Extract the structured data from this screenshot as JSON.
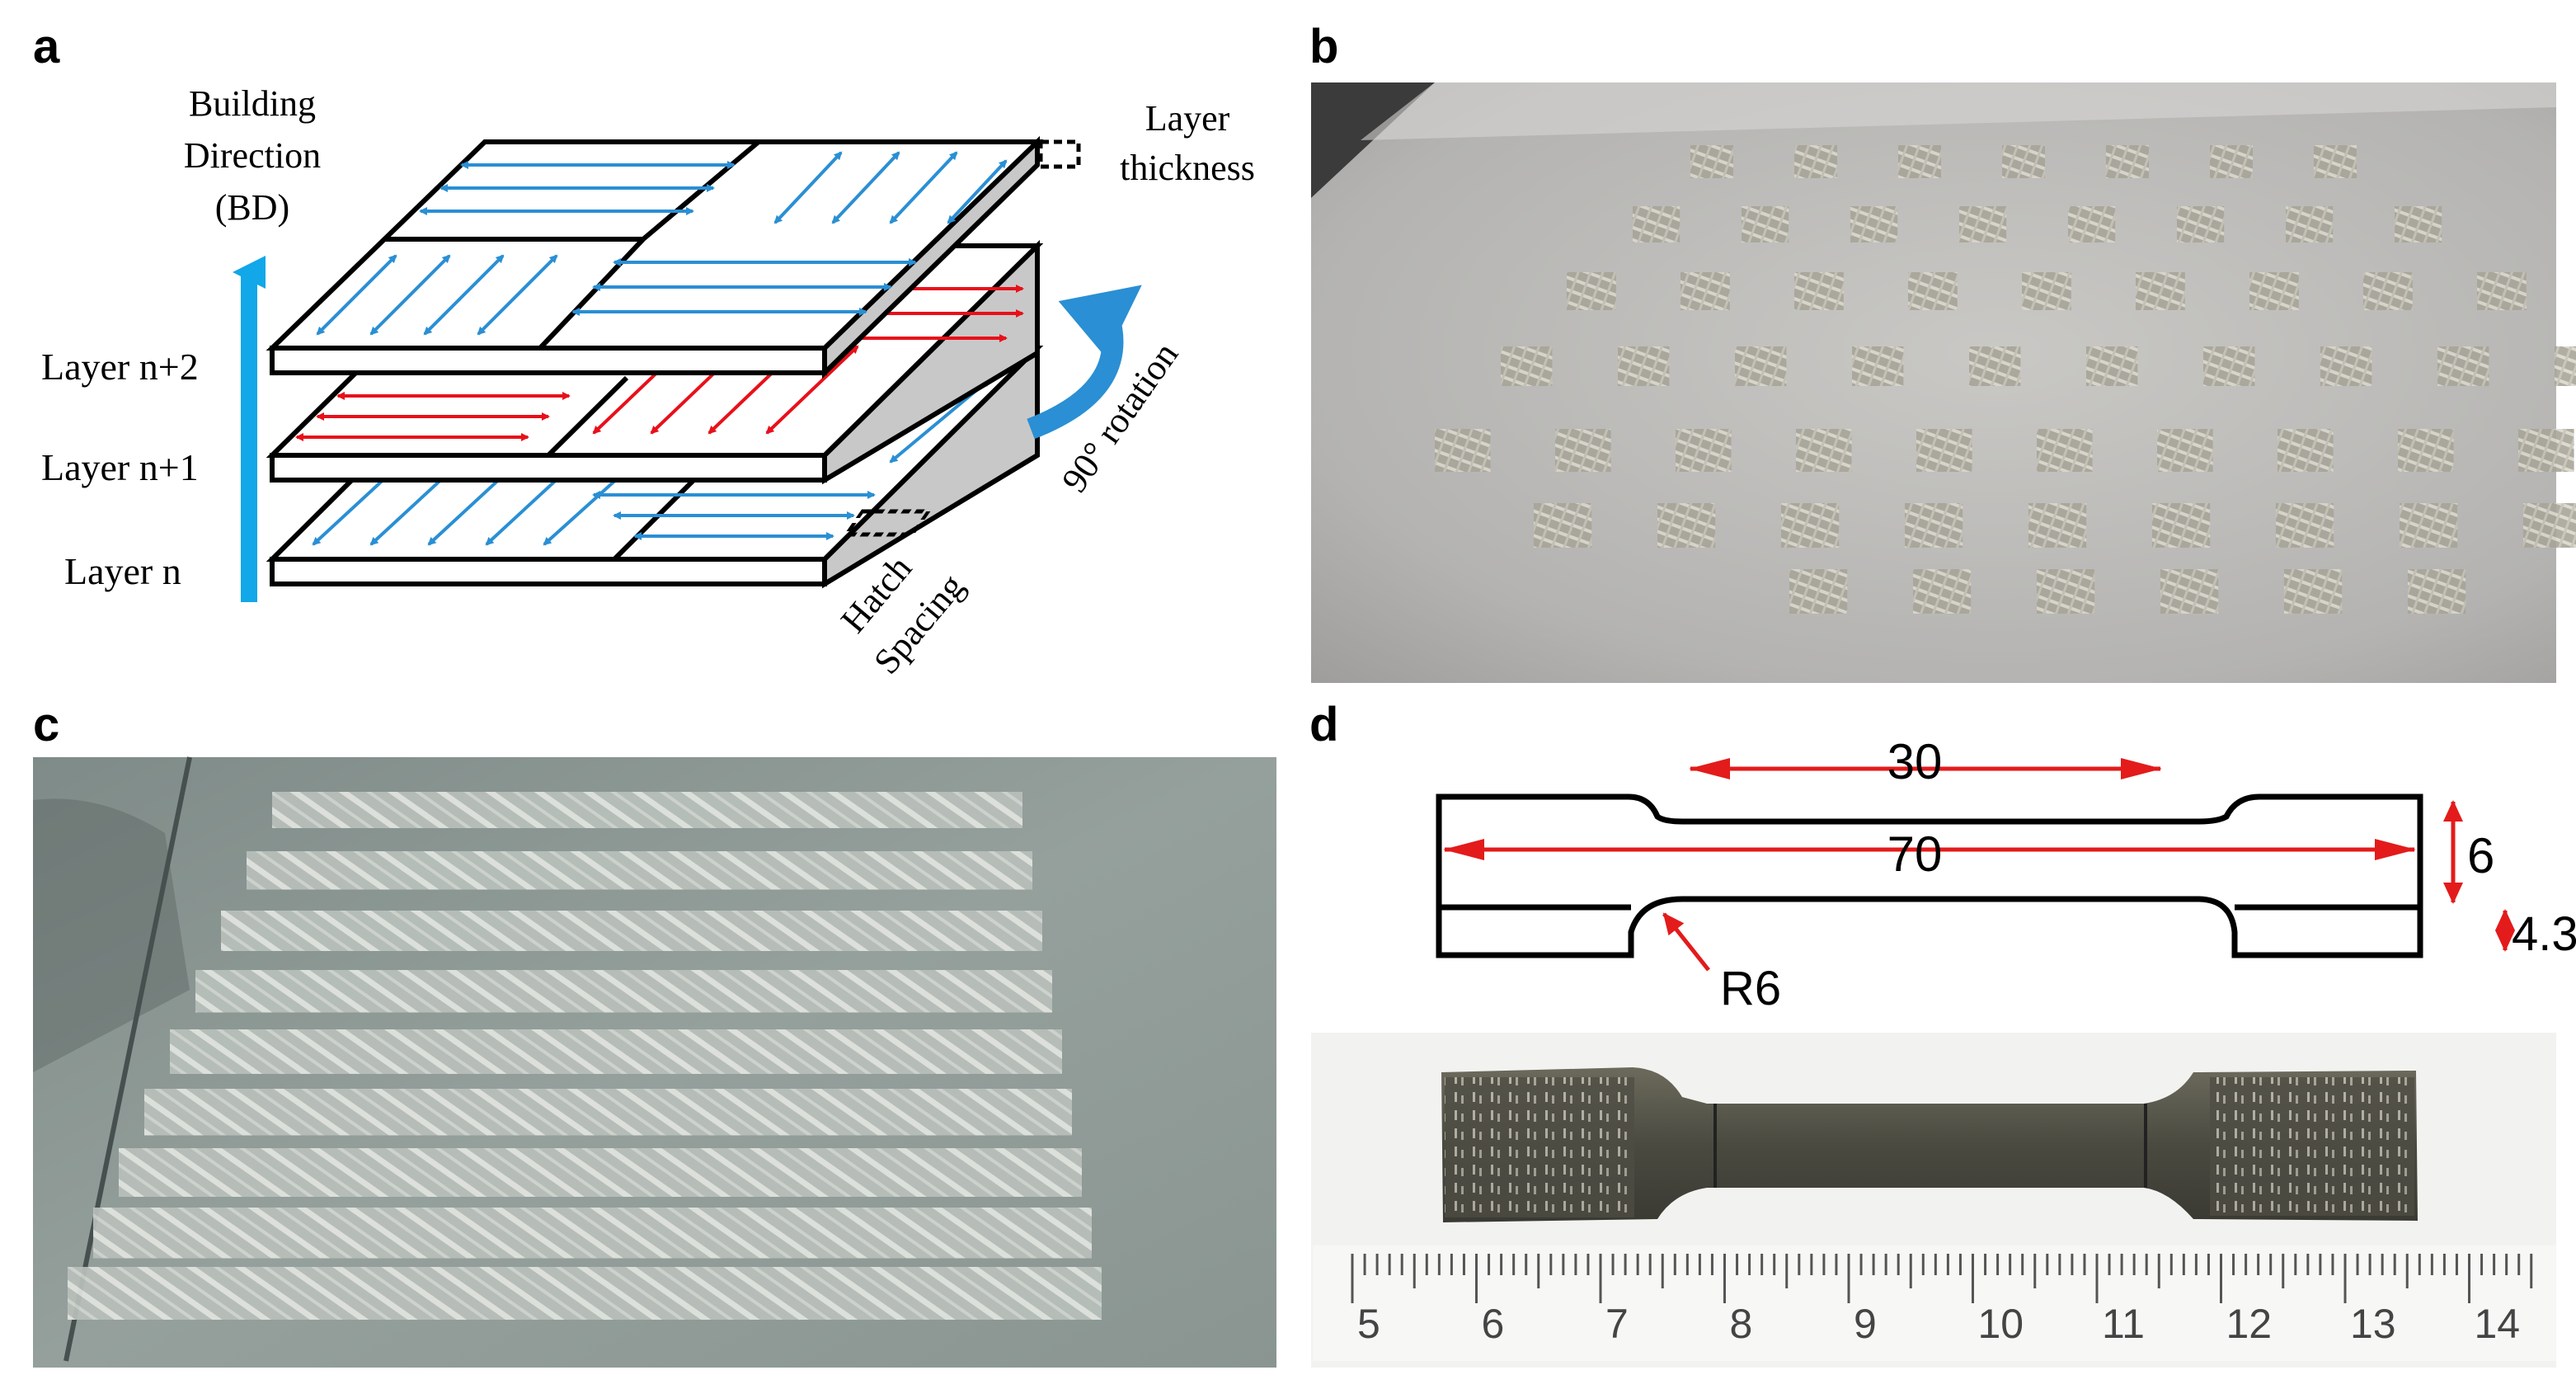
{
  "panels": {
    "a": {
      "letter": "a",
      "building_direction_line1": "Building",
      "building_direction_line2": "Direction",
      "building_direction_line3": "(BD)",
      "layer_top": "Layer n+2",
      "layer_mid": "Layer n+1",
      "layer_bottom": "Layer n",
      "layer_thickness_line1": "Layer",
      "layer_thickness_line2": "thickness",
      "rotation": "90° rotation",
      "hatch_line1": "Hatch",
      "hatch_line2": "Spacing"
    },
    "b": {
      "letter": "b"
    },
    "c": {
      "letter": "c"
    },
    "d": {
      "letter": "d",
      "dim_gauge_length": "30",
      "dim_total_length": "70",
      "dim_grip_width": "6",
      "dim_gauge_width": "4.3",
      "dim_radius": "R6",
      "ruler_numbers": [
        "5",
        "6",
        "7",
        "8",
        "9",
        "10",
        "11",
        "12",
        "13",
        "14"
      ]
    }
  },
  "colors": {
    "scan_blue": "#2a8fd4",
    "scan_red": "#e8101a",
    "bd_arrow": "#11a7e8",
    "dimension_red": "#e31b1b"
  }
}
